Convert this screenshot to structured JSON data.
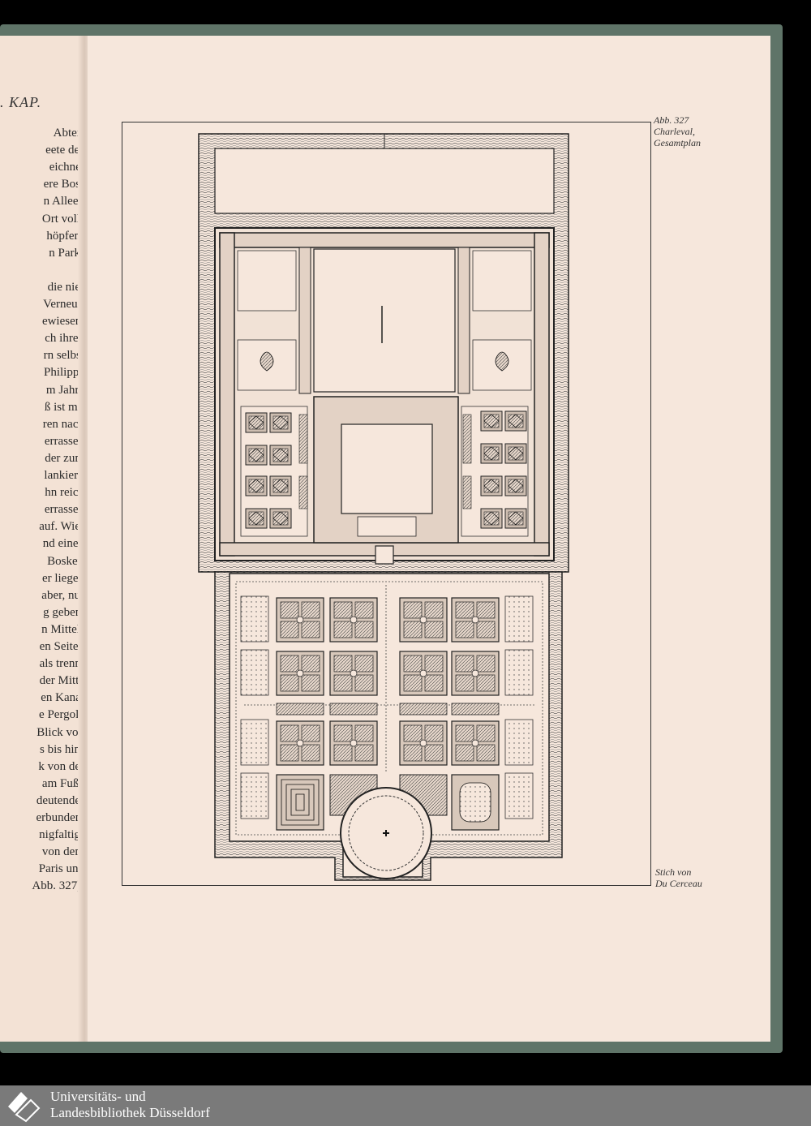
{
  "left_page": {
    "heading": ". KAP.",
    "lines": [
      "Abtei-",
      "eete des",
      "eichnet",
      "ere Bos-",
      "n Alleen",
      "Ort voll-",
      "höpfen-",
      "n Park-",
      "",
      "die nie-",
      "Verneuil",
      "ewiesen,",
      "ch ihren",
      "rn selbst",
      "Philippe",
      "m Jahre",
      "ß ist mit",
      "ren nach",
      "errassen",
      "der zum",
      "lankiert.",
      "hn reich",
      "errassen",
      "auf. Wie-",
      "nd einen",
      "Boskett",
      "er liegen",
      "aber, nur",
      "g geben.",
      "n Mittel-",
      "en Seiten",
      "als trennt",
      "der Mitte",
      "en Kanal",
      "e Pergola",
      "Blick von",
      "s bis hin-",
      "k von der",
      "am Fuße",
      "deutender",
      "erbunden.",
      "nigfaltig-",
      "von dem",
      "Paris und",
      "Abb. 327)."
    ]
  },
  "figure": {
    "caption_top": [
      "Abb. 327",
      "Charleval,",
      "Gesamtplan"
    ],
    "caption_bottom": [
      "Stich von",
      "Du Cerceau"
    ]
  },
  "footer": {
    "line1": "Universitäts- und",
    "line2": "Landesbibliothek Düsseldorf"
  }
}
